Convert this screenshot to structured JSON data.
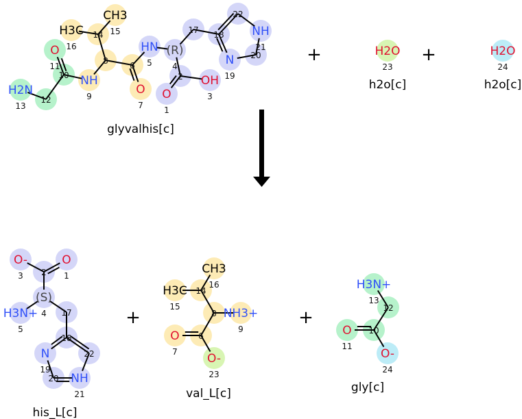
{
  "reaction": {
    "reactants": [
      {
        "name": "glyvalhis[c]",
        "atoms": [
          {
            "n": "1",
            "label": "O",
            "hl": "#d4d6f8"
          },
          {
            "n": "2",
            "label": "",
            "hl": "#d4d6f8"
          },
          {
            "n": "3",
            "label": "OH",
            "hl": "#d4d6f8"
          },
          {
            "n": "4",
            "label": "(R)",
            "hl": "#d4d6f8"
          },
          {
            "n": "5",
            "label": "HN",
            "hl": "#d4d6f8"
          },
          {
            "n": "6",
            "label": "",
            "hl": "#fdebb5"
          },
          {
            "n": "7",
            "label": "O",
            "hl": "#fdebb5"
          },
          {
            "n": "8",
            "label": "",
            "hl": "#fdebb5"
          },
          {
            "n": "9",
            "label": "NH",
            "hl": "#fdebb5"
          },
          {
            "n": "10",
            "label": "",
            "hl": "#b6f2cb"
          },
          {
            "n": "11",
            "label": "O",
            "hl": "#b6f2cb"
          },
          {
            "n": "12",
            "label": "",
            "hl": "#b6f2cb"
          },
          {
            "n": "13",
            "label": "H2N",
            "hl": "#b6f2cb"
          },
          {
            "n": "14",
            "label": "",
            "hl": "#fdebb5"
          },
          {
            "n": "15",
            "label": "CH3",
            "hl": "#fdebb5"
          },
          {
            "n": "16",
            "label": "H3C",
            "hl": "#fdebb5"
          },
          {
            "n": "17",
            "label": "",
            "hl": "#d4d6f8"
          },
          {
            "n": "18",
            "label": "",
            "hl": "#d4d6f8"
          },
          {
            "n": "19",
            "label": "N",
            "hl": "#d4d6f8"
          },
          {
            "n": "20",
            "label": "",
            "hl": "#d4d6f8"
          },
          {
            "n": "21",
            "label": "NH",
            "hl": "#d4d6f8"
          },
          {
            "n": "22",
            "label": "",
            "hl": "#d4d6f8"
          }
        ]
      },
      {
        "name": "h2o[c]",
        "atoms": [
          {
            "n": "23",
            "label": "H2O",
            "hl": "#d8f5b3"
          }
        ]
      },
      {
        "name": "h2o[c]",
        "atoms": [
          {
            "n": "24",
            "label": "H2O",
            "hl": "#bcecf7"
          }
        ]
      }
    ],
    "products": [
      {
        "name": "his_L[c]",
        "atoms": [
          {
            "n": "1",
            "label": "O",
            "hl": "#d4d6f8"
          },
          {
            "n": "2",
            "label": "",
            "hl": "#d4d6f8"
          },
          {
            "n": "3",
            "label": "O-",
            "hl": "#d4d6f8"
          },
          {
            "n": "4",
            "label": "(S)",
            "hl": "#d4d6f8"
          },
          {
            "n": "5",
            "label": "H3N+",
            "hl": "#d4d6f8"
          },
          {
            "n": "17",
            "label": "",
            "hl": "#d4d6f8"
          },
          {
            "n": "18",
            "label": "",
            "hl": "#d4d6f8"
          },
          {
            "n": "19",
            "label": "N",
            "hl": "#d4d6f8"
          },
          {
            "n": "20",
            "label": "",
            "hl": "#d4d6f8"
          },
          {
            "n": "21",
            "label": "NH",
            "hl": "#d4d6f8"
          },
          {
            "n": "22",
            "label": "",
            "hl": "#d4d6f8"
          }
        ]
      },
      {
        "name": "val_L[c]",
        "atoms": [
          {
            "n": "6",
            "label": "",
            "hl": "#fdebb5"
          },
          {
            "n": "7",
            "label": "O",
            "hl": "#fdebb5"
          },
          {
            "n": "8",
            "label": "",
            "hl": "#fdebb5"
          },
          {
            "n": "9",
            "label": "NH3+",
            "hl": "#fdebb5"
          },
          {
            "n": "14",
            "label": "",
            "hl": "#fdebb5"
          },
          {
            "n": "15",
            "label": "H3C",
            "hl": "#fdebb5"
          },
          {
            "n": "16",
            "label": "CH3",
            "hl": "#fdebb5"
          },
          {
            "n": "23",
            "label": "O-",
            "hl": "#d8f5b3"
          }
        ]
      },
      {
        "name": "gly[c]",
        "atoms": [
          {
            "n": "10",
            "label": "",
            "hl": "#b6f2cb"
          },
          {
            "n": "11",
            "label": "O",
            "hl": "#b6f2cb"
          },
          {
            "n": "12",
            "label": "",
            "hl": "#b6f2cb"
          },
          {
            "n": "13",
            "label": "H3N+",
            "hl": "#b6f2cb"
          },
          {
            "n": "24",
            "label": "O-",
            "hl": "#bcecf7"
          }
        ]
      }
    ],
    "plus_sign": "+",
    "colors": {
      "nitrogen": "#3050f8",
      "oxygen": "#e0102f",
      "bond": "#000000"
    }
  }
}
